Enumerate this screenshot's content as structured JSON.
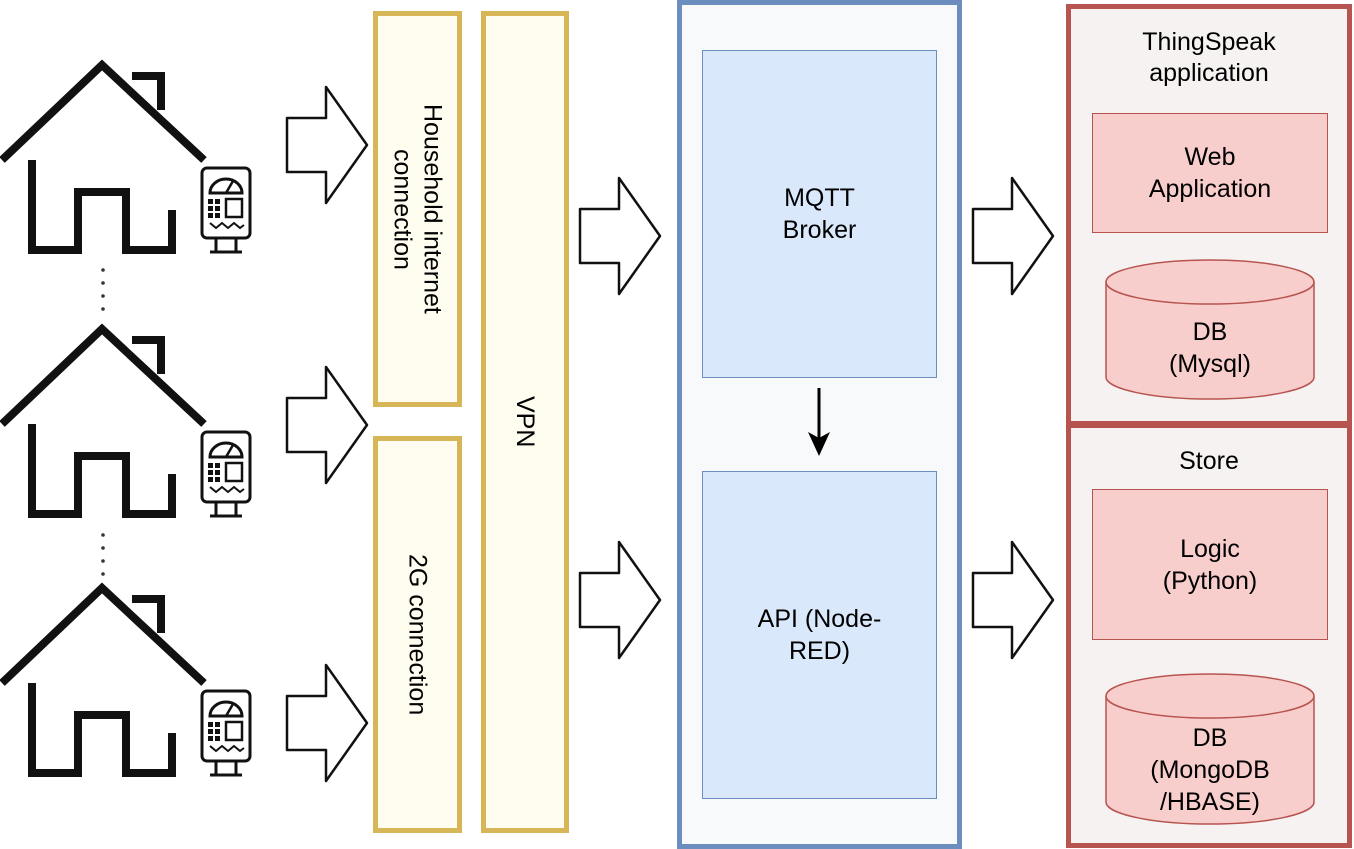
{
  "connections": {
    "household": "Household internet connection",
    "twog": "2G connection",
    "vpn": "VPN"
  },
  "broker": {
    "mqtt": "MQTT Broker",
    "api": "API (Node-RED)"
  },
  "thingspeak": {
    "title": "ThingSpeak application",
    "web": "Web Application",
    "db": "DB (Mysql)"
  },
  "store": {
    "title": "Store",
    "logic": "Logic (Python)",
    "db": "DB (MongoDB /HBASE)"
  },
  "colors": {
    "yellow_border": "#d6b656",
    "blue_border": "#6c8ebf",
    "red_border": "#b85450",
    "blue_fill": "#dae8fc",
    "red_fill": "#f8cecc"
  }
}
